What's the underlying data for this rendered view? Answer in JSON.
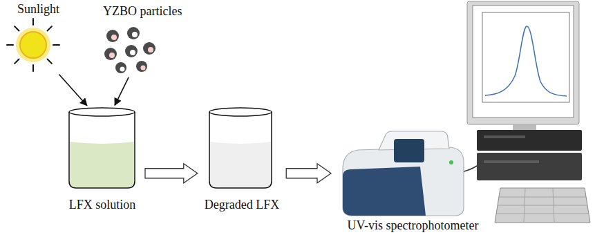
{
  "diagram": {
    "nodes": [
      {
        "text": [
          "Sunlight"
        ]
      },
      {
        "text": [
          "YZBO particles"
        ]
      },
      {
        "text": [
          "LFX solution"
        ]
      },
      {
        "text": [
          "Degraded LFX"
        ]
      },
      {
        "text": [
          "UV-vis spectrophotometer"
        ]
      }
    ],
    "edges": [
      {
        "from": 0,
        "to": 2,
        "arrow": "to"
      },
      {
        "from": 1,
        "to": 2,
        "arrow": "to"
      },
      {
        "from": 2,
        "to": 3,
        "arrow": "to"
      },
      {
        "from": 3,
        "to": 4,
        "arrow": "to"
      }
    ]
  }
}
